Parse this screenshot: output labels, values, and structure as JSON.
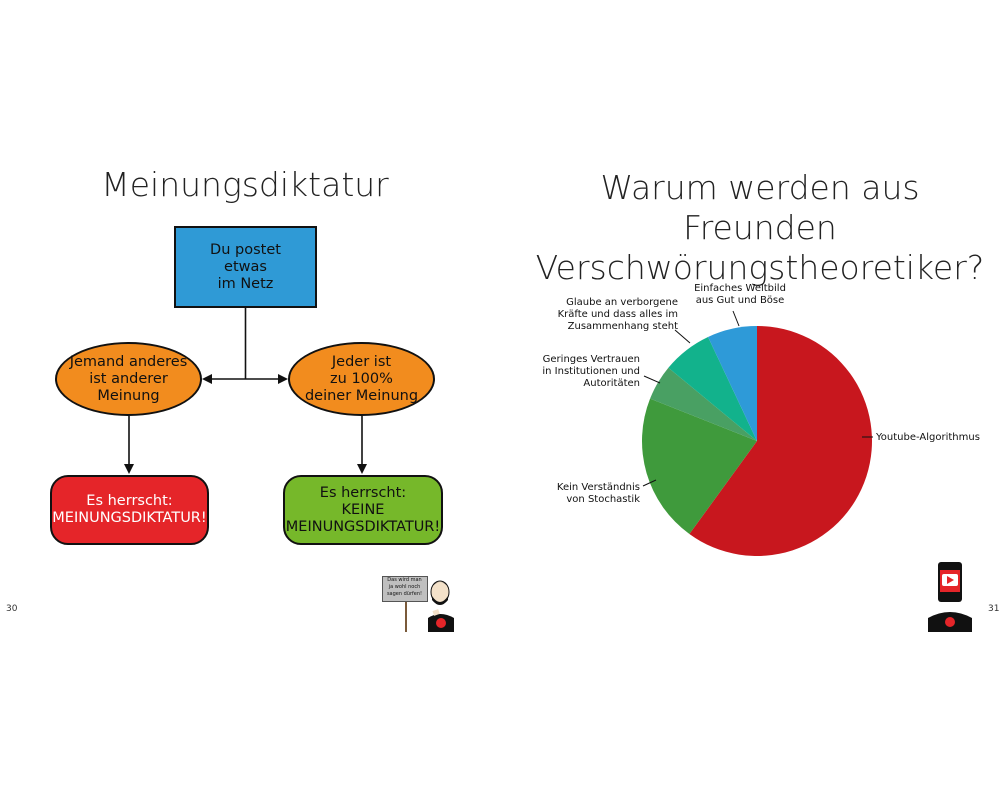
{
  "left_page": {
    "title": "Meinungsdiktatur",
    "page_number": "30",
    "flowchart": {
      "start": "Du postet\netwas\nim Netz",
      "left_oval": "Jemand anderes\nist anderer\nMeinung",
      "right_oval": "Jeder ist\nzu 100%\ndeiner Meinung",
      "left_result": "Es herrscht:\nMEINUNGSDIKTATUR!",
      "right_result": "Es herrscht:\nKEINE\nMEINUNGSDIKTATUR!"
    },
    "sign_text": "Das wird man\nja wohl noch\nsagen dürfen!"
  },
  "right_page": {
    "title_line1": "Warum werden aus Freunden",
    "title_line2": "Verschwörungstheoretiker?",
    "page_number": "31"
  },
  "colors": {
    "blue": "#2f9ad6",
    "orange": "#f28c1e",
    "red": "#e52529",
    "green": "#76b82a",
    "pie_red": "#c8171e",
    "pie_green": "#3f9a3c",
    "pie_mid_green": "#49a063",
    "pie_teal": "#12b28c",
    "pie_blue": "#2e9ad8"
  },
  "chart_data": {
    "type": "pie",
    "categories": [
      "Youtube-Algorithmus",
      "Kein Verständnis\nvon Stochastik",
      "Geringes Vertrauen\nin Institutionen und\nAutoritäten",
      "Glaube an verborgene\nKräfte und dass alles im\nZusammenhang steht",
      "Einfaches Weltbild\naus Gut und Böse"
    ],
    "values": [
      60,
      21,
      5,
      7,
      7
    ],
    "colors": [
      "#c8171e",
      "#3f9a3c",
      "#49a063",
      "#12b28c",
      "#2e9ad8"
    ]
  }
}
